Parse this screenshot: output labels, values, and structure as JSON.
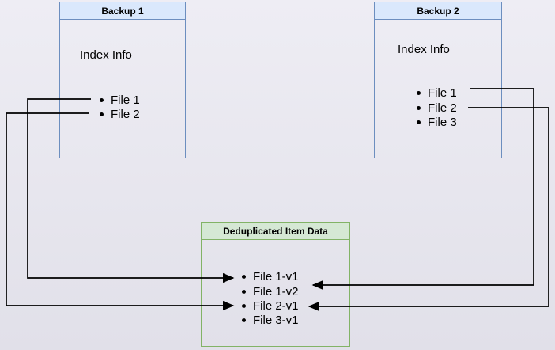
{
  "diagram": {
    "backup1": {
      "title": "Backup 1",
      "subtitle": "Index Info",
      "items": [
        "File 1",
        "File 2"
      ]
    },
    "backup2": {
      "title": "Backup 2",
      "subtitle": "Index Info",
      "items": [
        "File 1",
        "File 2",
        "File 3"
      ]
    },
    "dedup": {
      "title": "Deduplicated Item Data",
      "items": [
        "File 1-v1",
        "File 1-v2",
        "File 2-v1",
        "File 3-v1"
      ]
    },
    "connections": [
      {
        "from": "Backup 1 / File 1",
        "to": "File 1-v1"
      },
      {
        "from": "Backup 1 / File 2",
        "to": "File 2-v1"
      },
      {
        "from": "Backup 2 / File 1",
        "to": "File 1-v2"
      },
      {
        "from": "Backup 2 / File 2",
        "to": "File 2-v1"
      }
    ],
    "colors": {
      "backup_header_fill": "#dae8fc",
      "backup_border": "#6c8ebf",
      "dedup_header_fill": "#d5e8d4",
      "dedup_border": "#82b366",
      "arrow": "#000000",
      "text": "#000000"
    }
  }
}
